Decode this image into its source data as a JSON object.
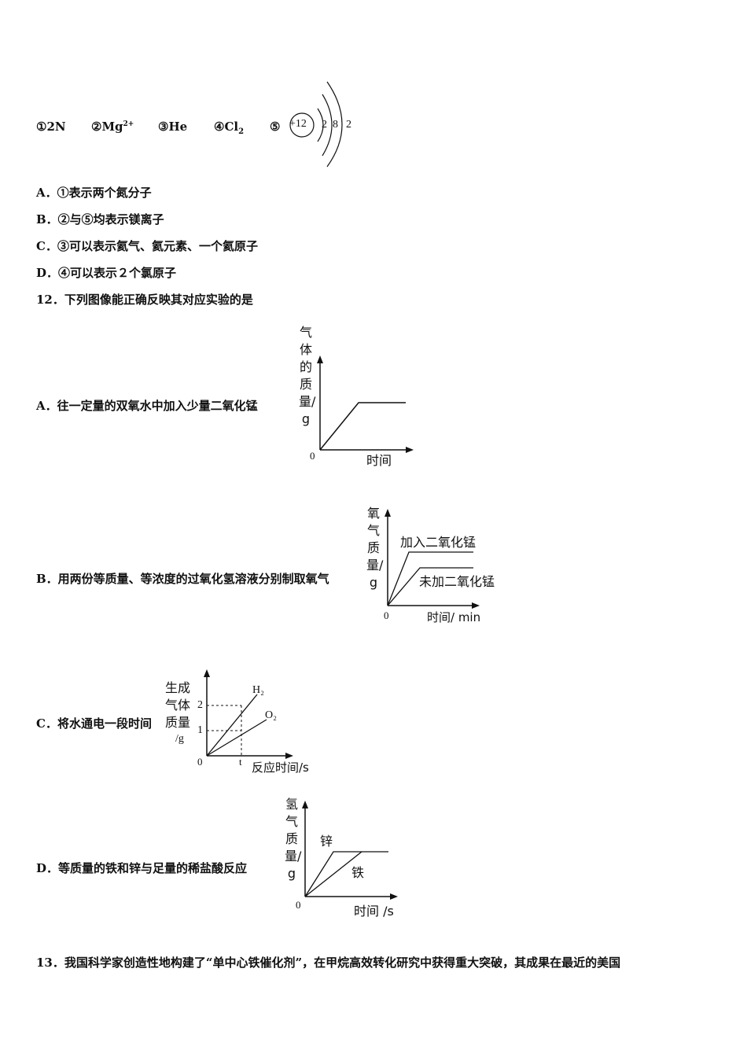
{
  "q11": {
    "symbols": [
      {
        "num": "①",
        "base": "2N",
        "sup": "",
        "sub": ""
      },
      {
        "num": "②",
        "base": "Mg",
        "sup": "2+",
        "sub": ""
      },
      {
        "num": "③",
        "base": "He",
        "sup": "",
        "sub": ""
      },
      {
        "num": "④",
        "base": "Cl",
        "sup": "",
        "sub": "2"
      }
    ],
    "atom": {
      "num": "⑤",
      "nucleus": "+12",
      "shells": [
        "2",
        "8",
        "2"
      ]
    },
    "options": [
      "A．①表示两个氮分子",
      "B．②与⑤均表示镁离子",
      "C．③可以表示氦气、氦元素、一个氦原子",
      "D．④可以表示２个氯原子"
    ]
  },
  "q12": {
    "stem": "12．下列图像能正确反映其对应实验的是",
    "A": {
      "text": "A．往一定量的双氧水中加入少量二氧化锰",
      "ylabel": "气体的质量/g",
      "xlabel": "时间",
      "origin": "0"
    },
    "B": {
      "text": "B．用两份等质量、等浓度的过氧化氢溶液分别制取氧气",
      "ylabel": "氧气质量/g",
      "xlabel": "时间/ min",
      "origin": "0",
      "curve1": "加入二氧化锰",
      "curve2": "未加二氧化锰"
    },
    "C": {
      "text": "C．将水通电一段时间",
      "ylabel_line1": "生成",
      "ylabel_line2": "气体",
      "ylabel_line3": "质量",
      "ylabel_line4": "/g",
      "xlabel": "反应时间/s",
      "origin": "0",
      "tick_t": "t",
      "tick_y2": "2",
      "tick_y1": "1",
      "h2": "H₂",
      "o2": "O₂"
    },
    "D": {
      "text": "D．等质量的铁和锌与足量的稀盐酸反应",
      "ylabel": "氢气质量/g",
      "xlabel": "时间 /s",
      "origin": "0",
      "zinc": "锌",
      "iron": "铁"
    }
  },
  "q13": {
    "stem": "13．我国科学家创造性地构建了“单中心铁催化剂”，在甲烷高效转化研究中获得重大突破，其成果在最近的美国"
  }
}
